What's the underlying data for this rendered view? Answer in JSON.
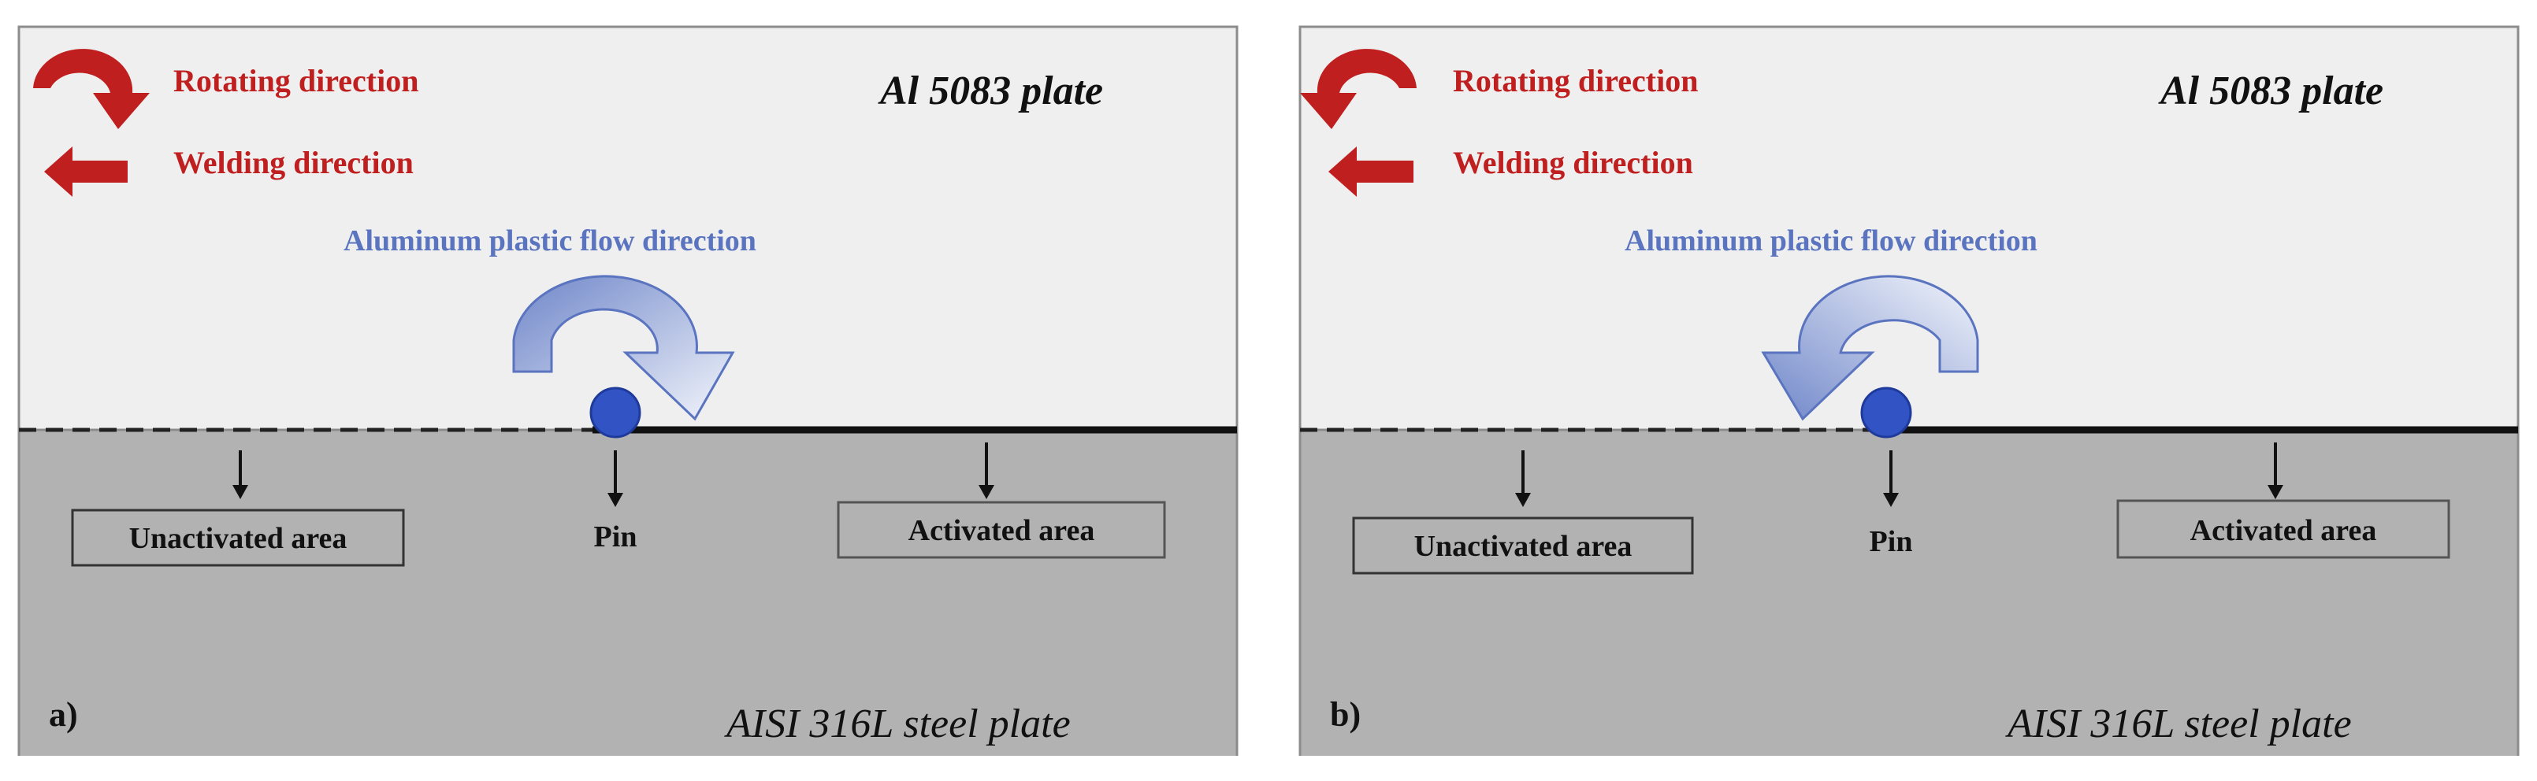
{
  "colors": {
    "aluminum_plate": "#efefef",
    "steel_plate": "#b2b2b2",
    "direction_arrow_red": "#bf1f1f",
    "flow_arrow_blue": "#5b74c0",
    "pin_blue": "#3153c4",
    "text_red": "#bf1f1f",
    "text_blue": "#5b74c0",
    "text_black": "#111111"
  },
  "panels": [
    {
      "id": "a",
      "panel_label": "a)",
      "rotating_direction_label": "Rotating direction",
      "welding_direction_label": "Welding direction",
      "top_plate_label": "Al 5083 plate",
      "bottom_plate_label": "AISI 316L steel plate",
      "flow_label": "Aluminum plastic flow direction",
      "unactivated_label": "Unactivated area",
      "pin_label": "Pin",
      "activated_label": "Activated area",
      "rotation": "clockwise",
      "flow_arrow_points": "right"
    },
    {
      "id": "b",
      "panel_label": "b)",
      "rotating_direction_label": "Rotating direction",
      "welding_direction_label": "Welding direction",
      "top_plate_label": "Al 5083 plate",
      "bottom_plate_label": "AISI 316L steel plate",
      "flow_label": "Aluminum plastic flow direction",
      "unactivated_label": "Unactivated area",
      "pin_label": "Pin",
      "activated_label": "Activated area",
      "rotation": "counterclockwise",
      "flow_arrow_points": "left"
    }
  ]
}
